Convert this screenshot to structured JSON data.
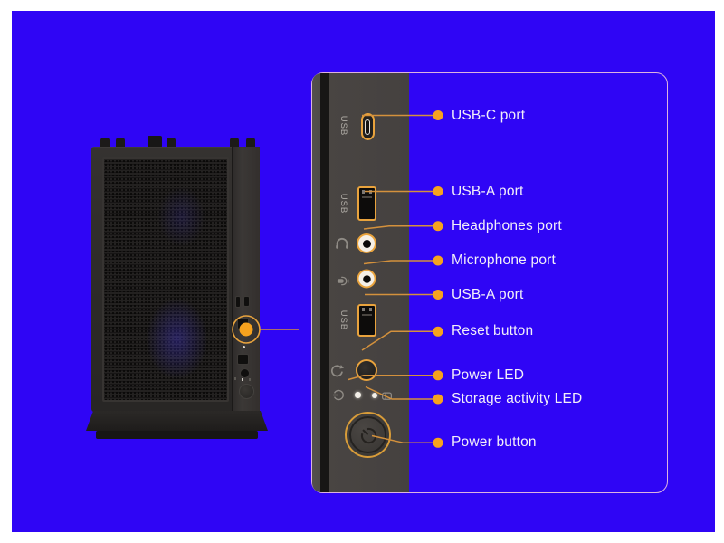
{
  "diagram": {
    "type": "hardware-callout-diagram",
    "subject": "PC tower front I/O panel",
    "usb_marking": "USB",
    "callouts": [
      {
        "id": "usb-c-port",
        "label": "USB-C port"
      },
      {
        "id": "usb-a-port-top",
        "label": "USB-A port"
      },
      {
        "id": "headphones-port",
        "label": "Headphones port"
      },
      {
        "id": "microphone-port",
        "label": "Microphone port"
      },
      {
        "id": "usb-a-port-bottom",
        "label": "USB-A port"
      },
      {
        "id": "reset-button",
        "label": "Reset button"
      },
      {
        "id": "power-led",
        "label": "Power LED"
      },
      {
        "id": "storage-activity-led",
        "label": "Storage activity LED"
      },
      {
        "id": "power-button",
        "label": "Power button"
      }
    ],
    "colors": {
      "background": "#2f05f5",
      "frame": "#ffffff",
      "panel_outline": "#dcb3df",
      "leader_line": "#d4913c",
      "callout_dot": "#f6a21e",
      "port_outline": "#e9a33d",
      "panel_strip": "#454140",
      "label_text": "#f2eff9"
    }
  }
}
